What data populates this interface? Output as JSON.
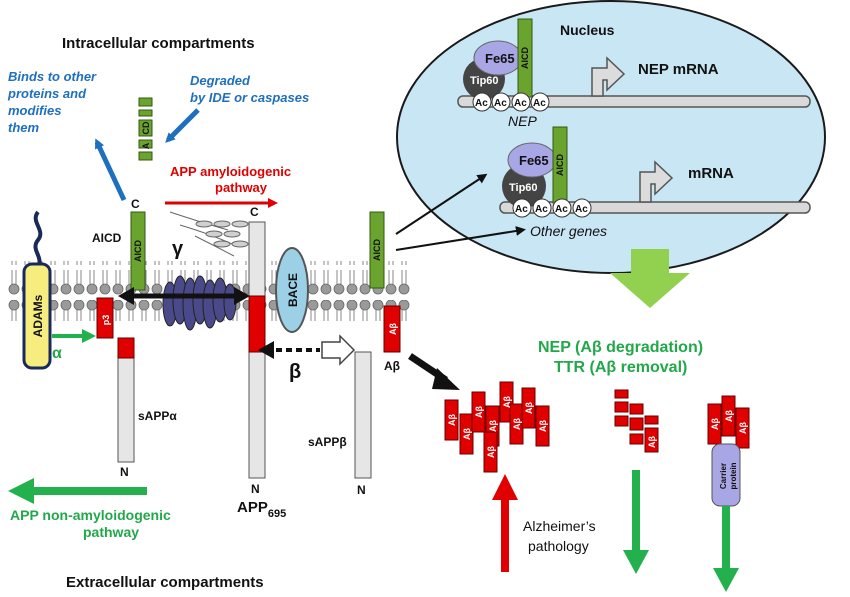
{
  "labels": {
    "intracellular": "Intracellular compartments",
    "extracellular": "Extracellular compartments",
    "binds_to_other": [
      "Binds to other",
      "proteins and",
      "modifies",
      "them"
    ],
    "degraded": [
      "Degraded",
      "by IDE or caspases"
    ],
    "amyloidogenic": [
      "APP amyloidogenic",
      "pathway"
    ],
    "non_amyloidogenic": [
      "APP non-amyloidogenic",
      "pathway"
    ],
    "aicd": "AICD",
    "aicd_split_a": "A",
    "aicd_split_cd": "CD",
    "c_left": "C",
    "c_mid": "C",
    "n_left": "N",
    "n_mid": "N",
    "n_right": "N",
    "gamma": "γ",
    "beta": "β",
    "alpha": "α",
    "adams": "ADAMs",
    "bace": "BACE",
    "p3": "p3",
    "abeta": "Aβ",
    "sappa": "sAPPα",
    "sappb": "sAPPβ",
    "app695_base": "APP",
    "app695_sub": "695",
    "nucleus": "Nucleus",
    "fe65": "Fe65",
    "tip60_top": "Tip60",
    "tip60_bottom": "Tip60",
    "ac": "Ac",
    "nep_mrna": "NEP mRNA",
    "mrna": "mRNA",
    "nep": "NEP",
    "other_genes": "Other genes",
    "nep_degradation": "NEP (Aβ degradation)",
    "ttr_removal": "TTR (Aβ removal)",
    "alzheimers": [
      "Alzheimer’s",
      "pathology"
    ],
    "carrier_protein": [
      "Carrier",
      "protein"
    ]
  },
  "colors": {
    "aicd_green": "#6aa32e",
    "abeta_red": "#e00000",
    "blue_text": "#1f6fbf",
    "green_arrow": "#22b14c",
    "nucleus_fill": "#c9e6f5",
    "bace_fill": "#9bd0e6",
    "gamma_fill": "#4a4a8a",
    "fe65_fill": "#a9a6e6",
    "tip60_fill": "#444444",
    "adams_fill": "#f7ec7e"
  }
}
